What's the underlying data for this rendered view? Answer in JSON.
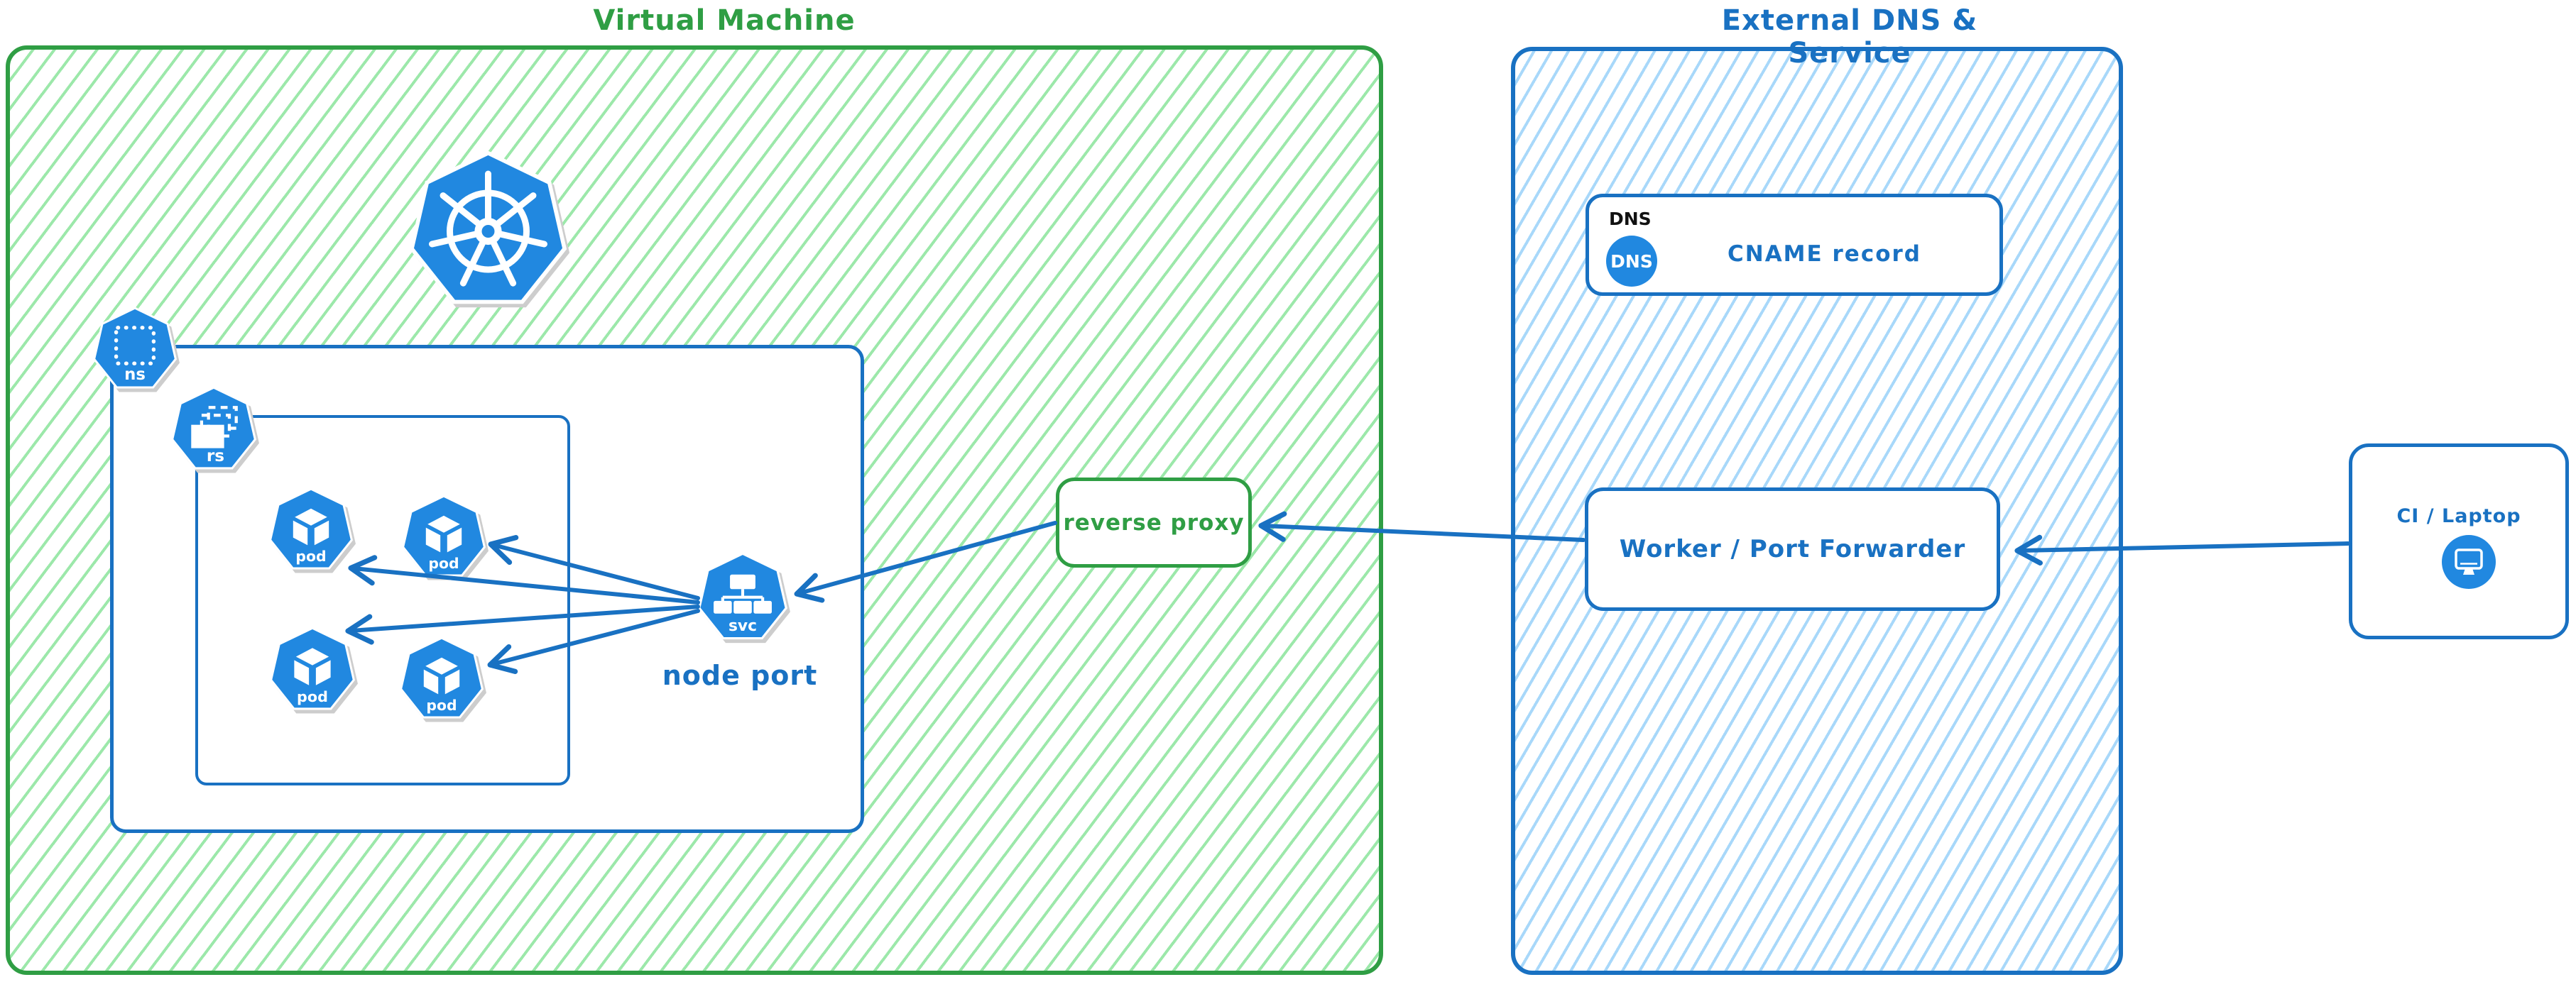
{
  "colors": {
    "green_border": "#2f9e44",
    "green_hatch": "#9ce8aa",
    "blue_border": "#1971c2",
    "blue_hatch": "#a8d8fa",
    "icon_blue": "#2188e0",
    "arrow_blue": "#1971c2",
    "dns_tag_black": "#111111"
  },
  "vm_region": {
    "title": "Virtual Machine",
    "kubernetes_icon": "kubernetes-helm-wheel-icon",
    "namespace_icon_label": "ns",
    "replicaset_icon_label": "rs",
    "pods": [
      {
        "label": "pod"
      },
      {
        "label": "pod"
      },
      {
        "label": "pod"
      },
      {
        "label": "pod"
      }
    ],
    "service": {
      "icon_label": "svc",
      "caption": "node port"
    }
  },
  "reverse_proxy": {
    "label": "reverse proxy"
  },
  "external_region": {
    "title": "External DNS & Service",
    "dns_card": {
      "tag": "DNS",
      "badge": "DNS",
      "label": "CNAME record"
    },
    "worker_card": {
      "label": "Worker / Port Forwarder"
    }
  },
  "client": {
    "label": "CI / Laptop",
    "icon": "desktop-monitor-icon"
  }
}
